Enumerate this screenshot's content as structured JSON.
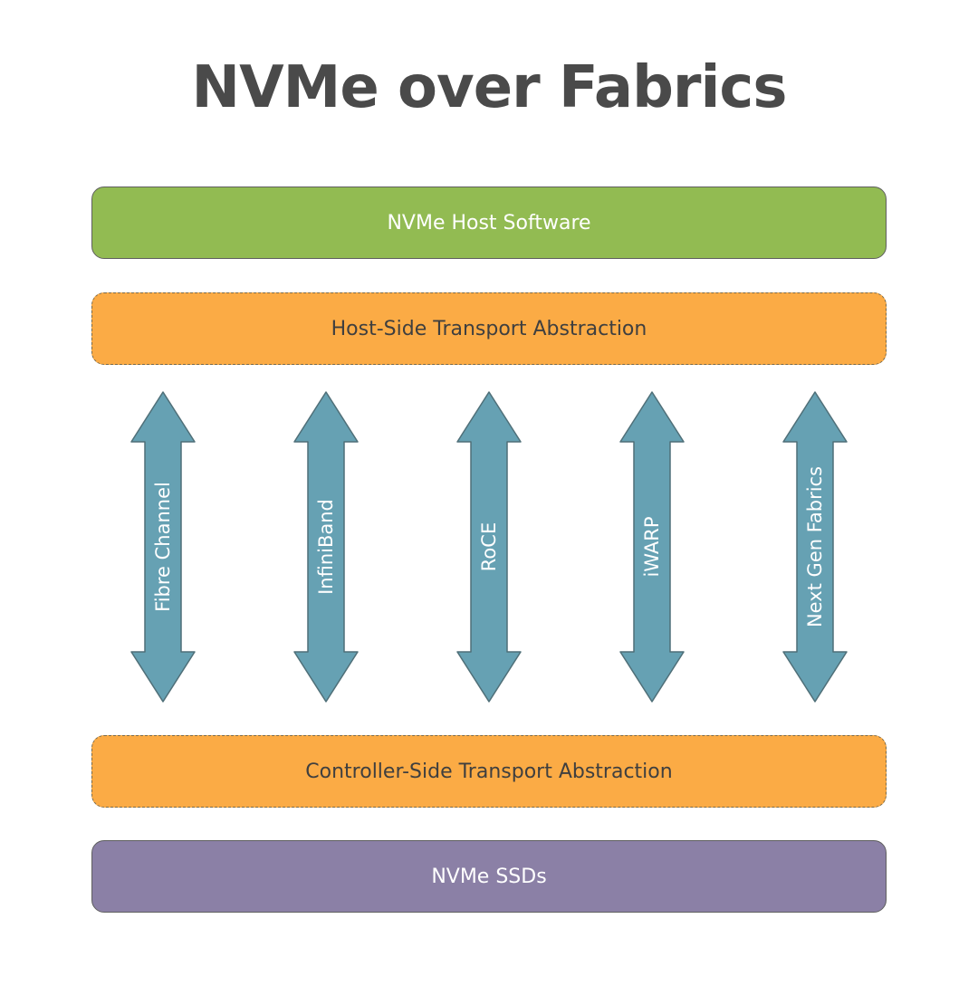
{
  "title": "NVMe over Fabrics",
  "colors": {
    "title_text": "#4a4a4a",
    "host_software_fill": "#92bb52",
    "transport_fill": "#fbab45",
    "ssd_fill": "#8b80a6",
    "arrow_fill": "#66a1b3",
    "arrow_stroke": "#4f6f78",
    "light_text": "#ffffff",
    "dark_text": "#3f3f3f"
  },
  "layers": {
    "host_software": "NVMe Host Software",
    "host_transport": "Host-Side Transport Abstraction",
    "controller_transport": "Controller-Side Transport Abstraction",
    "ssds": "NVMe SSDs"
  },
  "fabrics": [
    {
      "label": "Fibre Channel",
      "icon": "double-arrow-icon"
    },
    {
      "label": "InfiniBand",
      "icon": "double-arrow-icon"
    },
    {
      "label": "RoCE",
      "icon": "double-arrow-icon"
    },
    {
      "label": "iWARP",
      "icon": "double-arrow-icon"
    },
    {
      "label": "Next Gen Fabrics",
      "icon": "double-arrow-icon"
    }
  ]
}
